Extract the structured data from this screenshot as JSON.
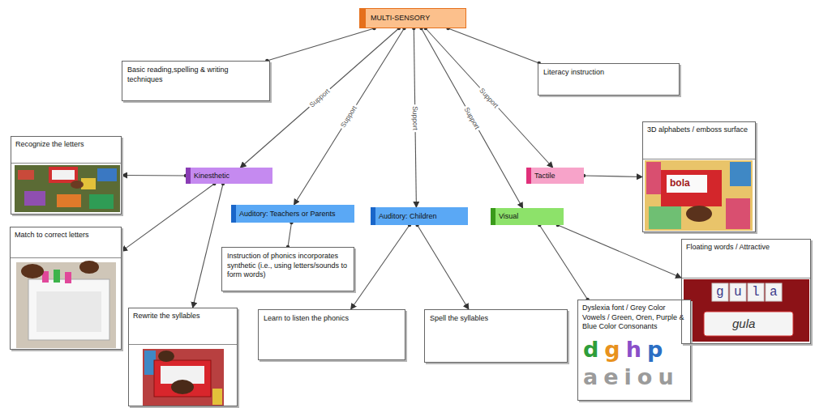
{
  "diagram": {
    "nodes": [
      {
        "text": [
          "MULTI-SENSORY"
        ]
      },
      {
        "text": [
          "Basic reading,spelling & writing techniques"
        ]
      },
      {
        "text": [
          "Literacy instruction"
        ]
      },
      {
        "text": [
          "Kinesthetic"
        ]
      },
      {
        "text": [
          "Auditory: Teachers or Parents"
        ]
      },
      {
        "text": [
          "Auditory: Children"
        ]
      },
      {
        "text": [
          "Visual"
        ]
      },
      {
        "text": [
          "Tactile"
        ]
      },
      {
        "text": [
          "Recognize the letters"
        ]
      },
      {
        "text": [
          "Match to correct letters"
        ]
      },
      {
        "text": [
          "Rewrite the syllables"
        ]
      },
      {
        "text": [
          "Instruction of phonics incorporates synthetic (i.e., using letters/sounds to form words)"
        ]
      },
      {
        "text": [
          "Learn to listen the phonics"
        ]
      },
      {
        "text": [
          "Spell the syllables"
        ]
      },
      {
        "text": [
          "Dyslexia font / Grey Color Vowels / Green, Oren, Purple & Blue Color Consonants",
          "d",
          "g",
          "h",
          "p",
          "a",
          "e",
          "i",
          "o",
          "u"
        ]
      },
      {
        "text": [
          "3D alphabets / emboss surface"
        ]
      },
      {
        "text": [
          "Floating words / Attractive"
        ]
      }
    ],
    "edges": [
      {
        "from": 0,
        "to": 1,
        "arrow": "none"
      },
      {
        "from": 0,
        "to": 2,
        "arrow": "none"
      },
      {
        "from": 0,
        "to": 3,
        "label": "Support",
        "arrow": "to"
      },
      {
        "from": 0,
        "to": 4,
        "label": "Support",
        "arrow": "to"
      },
      {
        "from": 0,
        "to": 5,
        "label": "Support",
        "arrow": "to"
      },
      {
        "from": 0,
        "to": 6,
        "label": "Support",
        "arrow": "to"
      },
      {
        "from": 0,
        "to": 7,
        "label": "Support",
        "arrow": "to"
      },
      {
        "from": 3,
        "to": 8,
        "arrow": "to"
      },
      {
        "from": 3,
        "to": 9,
        "arrow": "to"
      },
      {
        "from": 3,
        "to": 10,
        "arrow": "to"
      },
      {
        "from": 4,
        "to": 11,
        "arrow": "none"
      },
      {
        "from": 5,
        "to": 12,
        "arrow": "to"
      },
      {
        "from": 5,
        "to": 13,
        "arrow": "to"
      },
      {
        "from": 6,
        "to": 14,
        "arrow": "none"
      },
      {
        "from": 6,
        "to": 16,
        "arrow": "to"
      },
      {
        "from": 7,
        "to": 15,
        "arrow": "to"
      }
    ],
    "labels": [
      "bola",
      "gula",
      "gula"
    ]
  }
}
